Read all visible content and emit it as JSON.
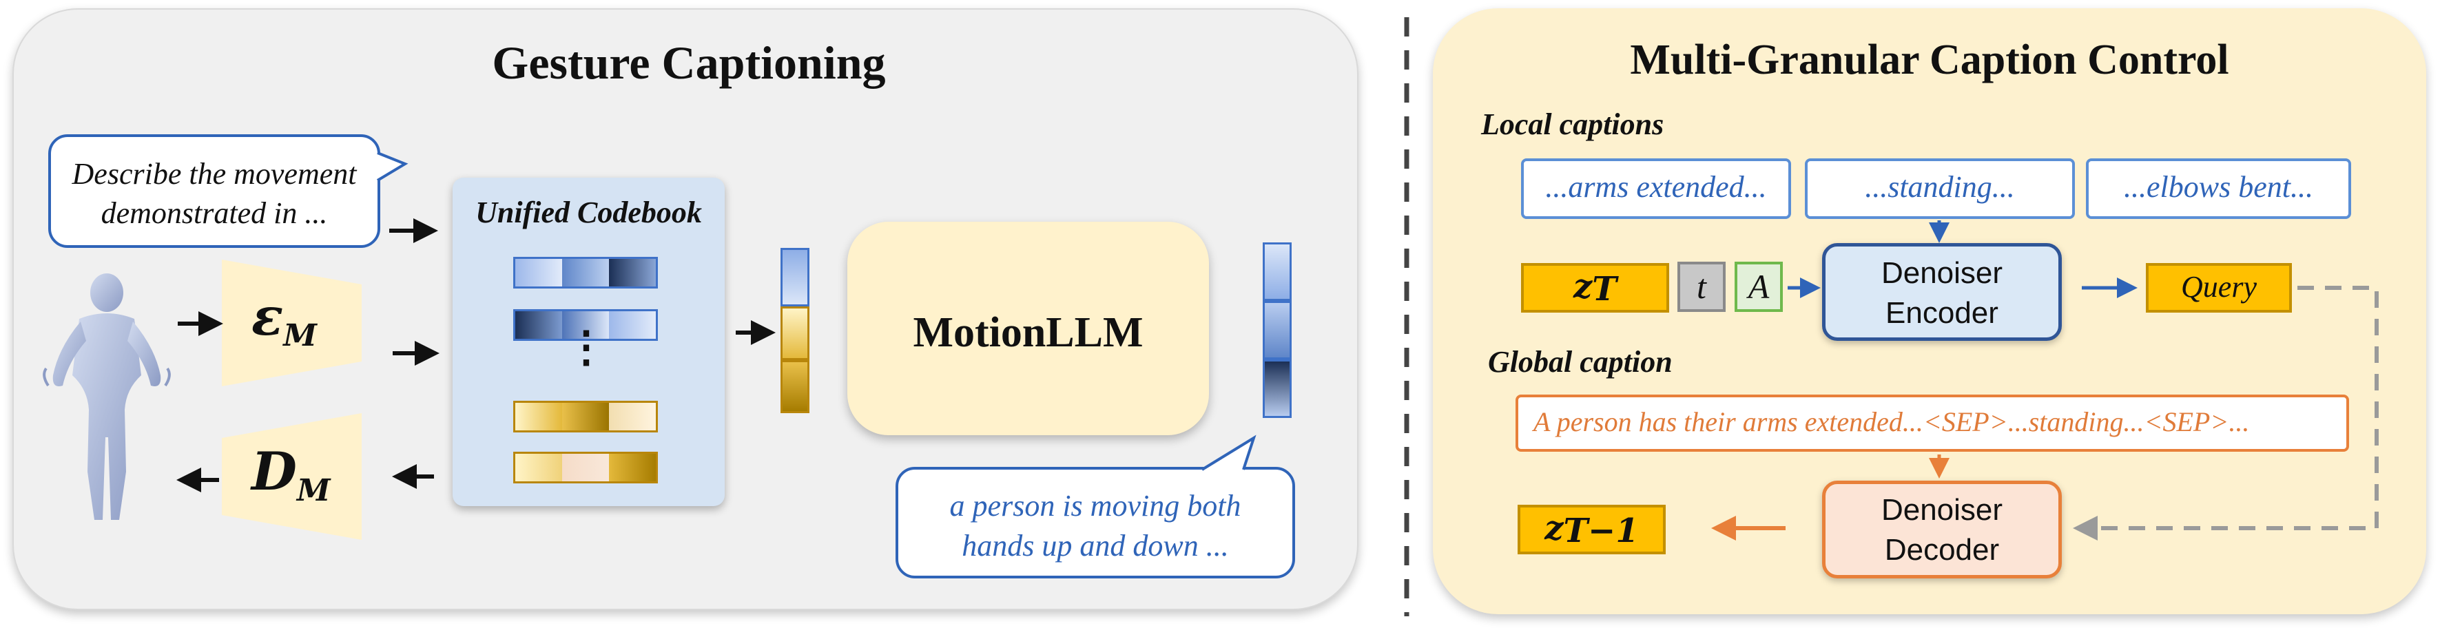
{
  "left": {
    "title": "Gesture Captioning",
    "prompt_line1": "Describe the movement",
    "prompt_line2": "demonstrated in ...",
    "encoder_letter": "ε",
    "encoder_sub": "M",
    "decoder_letter": "D",
    "decoder_sub": "M",
    "codebook_title": "Unified Codebook",
    "codebook_dots": "⋮",
    "llm_label": "MotionLLM",
    "output_line1": "a person is moving both",
    "output_line2": "hands up and down ..."
  },
  "right": {
    "title": "Multi-Granular Caption Control",
    "local_label": "Local captions",
    "local_captions": [
      "...arms extended...",
      "...standing...",
      "...elbows bent..."
    ],
    "zt_letter": "z",
    "zt_sub": "T",
    "t_label": "t",
    "a_label": "A",
    "encoder_line1": "Denoiser",
    "encoder_line2": "Encoder",
    "query_label": "Query",
    "global_label": "Global caption",
    "global_caption": "A person has their arms extended...<SEP>...standing...<SEP>...",
    "zt1_letter": "z",
    "zt1_sub": "T−1",
    "decoder_line1": "Denoiser",
    "decoder_line2": "Decoder"
  },
  "colors": {
    "blue_accent": "#2f64b8",
    "orange_accent": "#e8803a",
    "gold": "#ffc000",
    "left_panel_bg": "#f0f0f0",
    "right_panel_bg": "#fdf1cf"
  }
}
